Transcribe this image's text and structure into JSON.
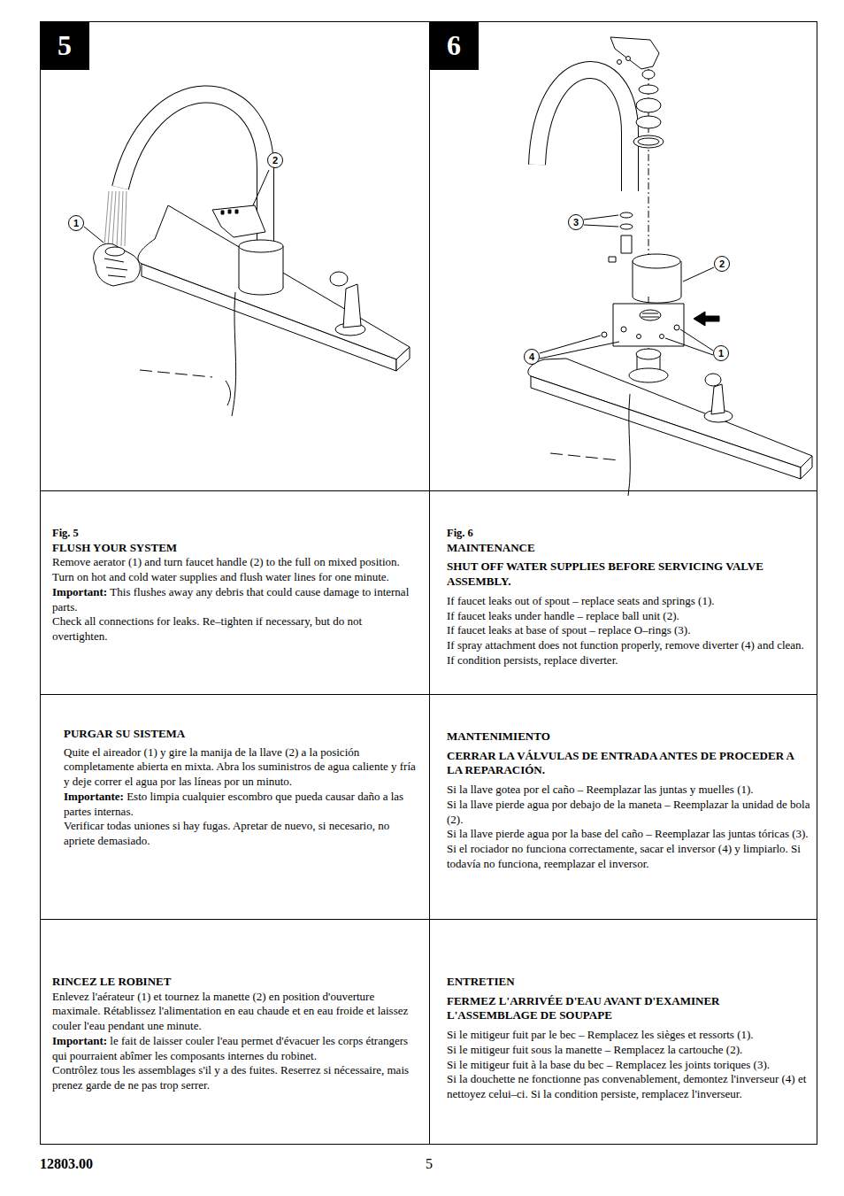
{
  "diagram": {
    "nodes": [
      {
        "text": [
          "5"
        ]
      },
      {
        "text": [
          "2"
        ]
      },
      {
        "text": [
          "1"
        ]
      },
      {
        "text": [
          "6"
        ]
      },
      {
        "text": [
          "3"
        ]
      },
      {
        "text": [
          "2"
        ]
      },
      {
        "text": [
          "1"
        ]
      },
      {
        "text": [
          "4"
        ]
      },
      {
        "text": [
          "Fig. 5",
          "FLUSH YOUR SYSTEM",
          "Remove aerator (1) and turn faucet handle (2) to the full on mixed position. Turn on hot and cold water supplies and flush water lines for one minute.",
          "Important:",
          "This flushes away any debris that could cause damage to internal parts.",
          "Check all connections for leaks. Re–tighten if necessary, but do not overtighten."
        ]
      },
      {
        "text": [
          "Fig. 6",
          "MAINTENANCE",
          "SHUT OFF WATER SUPPLIES BEFORE SERVICING VALVE ASSEMBLY.",
          "If faucet leaks out of spout – replace seats and springs (1).",
          "If faucet leaks under handle – replace ball unit (2).",
          "If faucet leaks at base of spout – replace O–rings (3).",
          "If spray attachment does not function properly, remove diverter (4) and clean. If condition persists, replace diverter."
        ]
      },
      {
        "text": [
          "PURGAR SU SISTEMA",
          "Quite el aireador (1) y gire la manija de la llave (2) a la posición completamente abierta en mixta. Abra los suministros de agua caliente y fría y deje correr el agua por las líneas por un minuto.",
          "Importante:",
          "Esto limpia cualquier escombro que pueda causar daño a las partes internas.",
          "Verificar todas uniones si hay fugas. Apretar de nuevo, si necesario, no apriete demasiado."
        ]
      },
      {
        "text": [
          "MANTENIMIENTO",
          "CERRAR LA VÁLVULAS DE ENTRADA ANTES DE PROCEDER A LA REPARACIÓN.",
          "Si la llave gotea por el caño – Reemplazar las juntas y muelles (1).",
          "Si la llave pierde agua por debajo de la maneta – Reemplazar la unidad de bola (2).",
          "Si la llave pierde agua por la base del caño – Reemplazar las juntas tóricas (3).",
          "Si el rociador no funciona correctamente, sacar el inversor (4) y limpiarlo. Si todavía no funciona, reemplazar el inversor."
        ]
      },
      {
        "text": [
          "RINCEZ LE ROBINET",
          "Enlevez l'aérateur (1) et tournez la manette (2) en position d'ouverture maximale. Rétablissez l'alimentation en eau chaude et en eau froide et laissez couler l'eau pendant une minute.",
          "Important:",
          "le fait de laisser couler l'eau permet d'évacuer les corps étrangers qui pourraient abîmer les composants internes du robinet.",
          "Contrôlez tous les assemblages s'il y a des fuites. Reserrez si nécessaire, mais prenez garde de ne pas trop serrer."
        ]
      },
      {
        "text": [
          "ENTRETIEN",
          "FERMEZ L'ARRIVÉE D'EAU AVANT D'EXAMINER L'ASSEMBLAGE DE SOUPAPE",
          "Si le mitigeur fuit par le bec – Remplacez les sièges et ressorts (1).",
          "Si le mitigeur fuit sous la manette – Remplacez la cartouche (2).",
          "Si le mitigeur fuit à la base du bec – Remplacez les joints toriques (3).",
          "Si la douchette ne fonctionne pas convenablement, demontez l'inverseur (4) et nettoyez celui–ci. Si la condition persiste, remplacez l'inverseur."
        ]
      }
    ],
    "labels": [
      "12803.00",
      "5"
    ]
  }
}
